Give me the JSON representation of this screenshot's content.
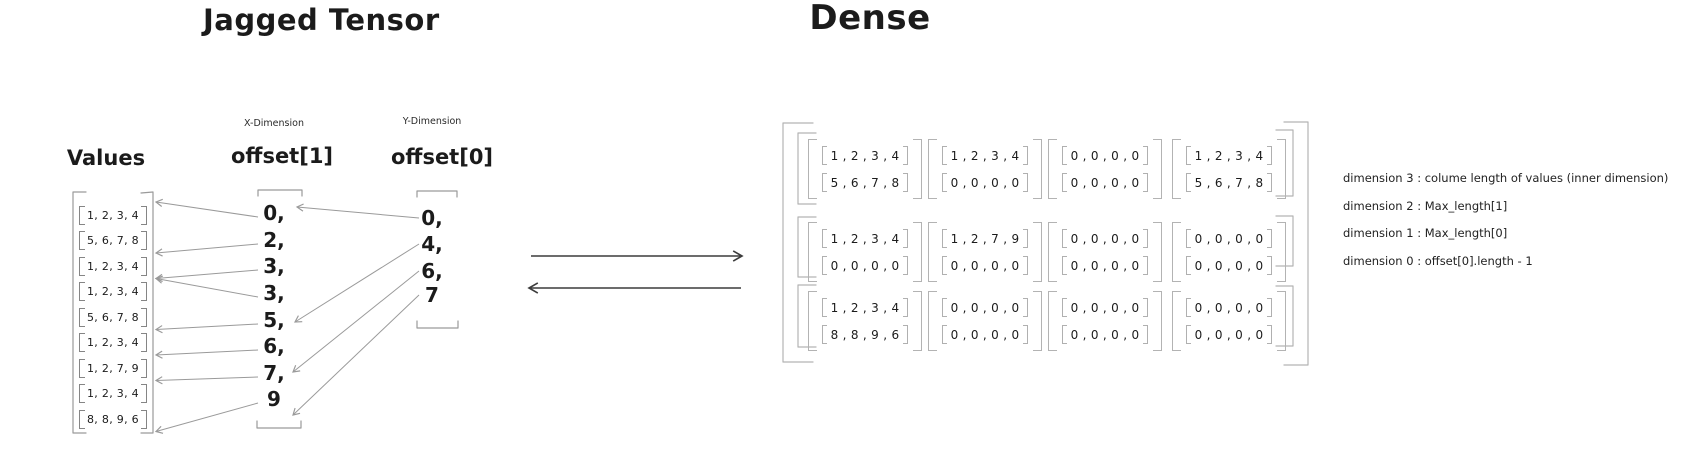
{
  "titles": {
    "jagged": "Jagged Tensor",
    "dense": "Dense"
  },
  "jagged": {
    "values_label": "Values",
    "x_dimension_label": "X-Dimension",
    "y_dimension_label": "Y-Dimension",
    "offset1_label": "offset[1]",
    "offset0_label": "offset[0]",
    "values_rows": [
      "1, 2, 3, 4",
      "5, 6, 7, 8",
      "1, 2, 3, 4",
      "1, 2, 3, 4",
      "5, 6, 7, 8",
      "1, 2, 3, 4",
      "1, 2, 7, 9",
      "1, 2, 3, 4",
      "8, 8, 9, 6"
    ],
    "offset1_values": [
      0,
      2,
      3,
      3,
      5,
      6,
      7,
      9
    ],
    "offset0_values": [
      0,
      4,
      6,
      7
    ]
  },
  "dense": {
    "grid": [
      [
        [
          [
            1,
            2,
            3,
            4
          ],
          [
            5,
            6,
            7,
            8
          ]
        ],
        [
          [
            1,
            2,
            3,
            4
          ],
          [
            0,
            0,
            0,
            0
          ]
        ],
        [
          [
            0,
            0,
            0,
            0
          ],
          [
            0,
            0,
            0,
            0
          ]
        ],
        [
          [
            1,
            2,
            3,
            4
          ],
          [
            5,
            6,
            7,
            8
          ]
        ]
      ],
      [
        [
          [
            1,
            2,
            3,
            4
          ],
          [
            0,
            0,
            0,
            0
          ]
        ],
        [
          [
            1,
            2,
            7,
            9
          ],
          [
            0,
            0,
            0,
            0
          ]
        ],
        [
          [
            0,
            0,
            0,
            0
          ],
          [
            0,
            0,
            0,
            0
          ]
        ],
        [
          [
            0,
            0,
            0,
            0
          ],
          [
            0,
            0,
            0,
            0
          ]
        ]
      ],
      [
        [
          [
            1,
            2,
            3,
            4
          ],
          [
            8,
            8,
            9,
            6
          ]
        ],
        [
          [
            0,
            0,
            0,
            0
          ],
          [
            0,
            0,
            0,
            0
          ]
        ],
        [
          [
            0,
            0,
            0,
            0
          ],
          [
            0,
            0,
            0,
            0
          ]
        ],
        [
          [
            0,
            0,
            0,
            0
          ],
          [
            0,
            0,
            0,
            0
          ]
        ]
      ]
    ]
  },
  "legend": [
    "dimension 3 : colume length of values (inner dimension)",
    "dimension 2 : Max_length[1]",
    "dimension 1  : Max_length[0]",
    "dimension 0 : offset[0].length - 1"
  ],
  "colors": {
    "ink": "#1b1b1b",
    "bracket_gray": "#b3b3b3",
    "values_bracket_gray": "#9a9a9a",
    "arrow_gray": "#9a9a9a",
    "arrow_dark": "#3c3c3c"
  }
}
